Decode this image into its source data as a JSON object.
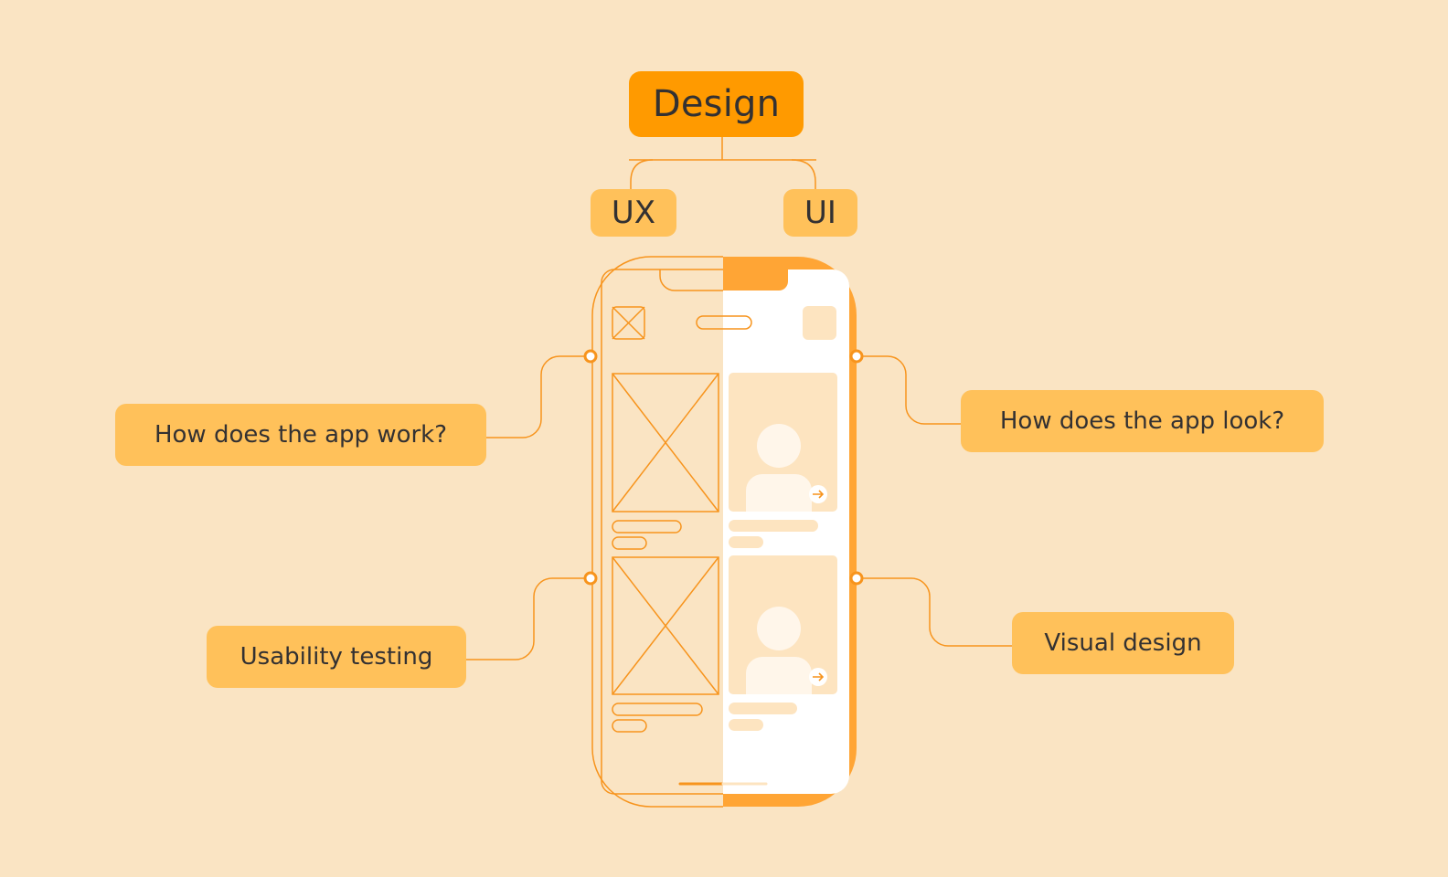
{
  "diagram": {
    "root": {
      "label": "Design"
    },
    "branches": [
      {
        "label": "UX"
      },
      {
        "label": "UI"
      }
    ],
    "callouts": {
      "app_work": "How does the app work?",
      "app_look": "How does the app look?",
      "usability": "Usability testing",
      "visual": "Visual design"
    }
  },
  "colors": {
    "background": "#FAE4C3",
    "accent": "#FF9A00",
    "box": "#FFC15A",
    "ui_frame": "#FFA535",
    "wireframe_line": "#F7941D",
    "ui_card": "#FDE4C0",
    "text": "#333132"
  }
}
